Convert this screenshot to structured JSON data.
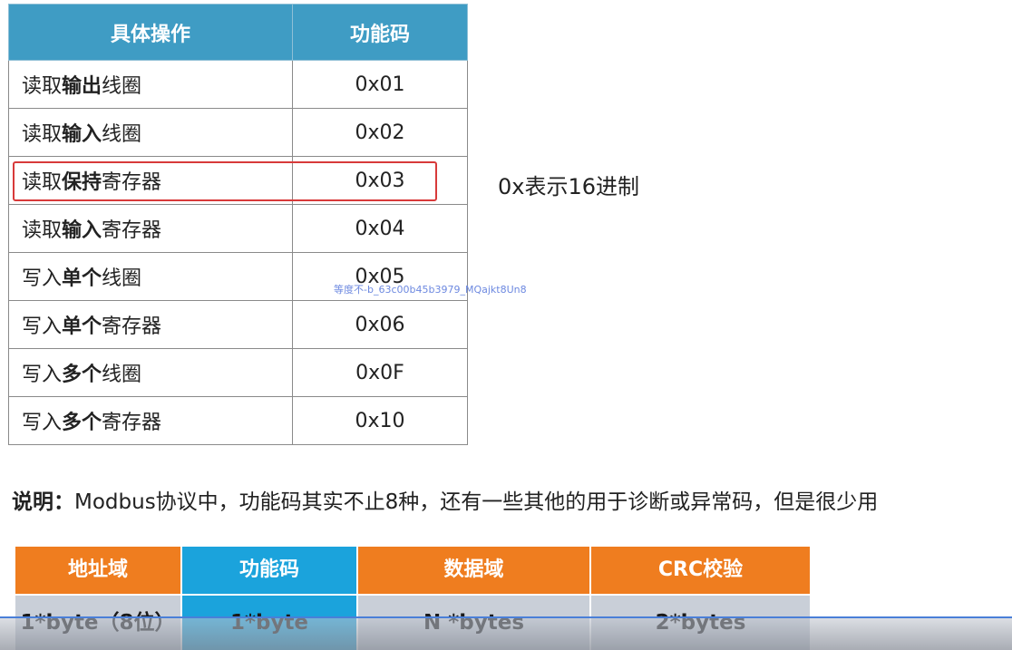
{
  "table": {
    "headers": [
      "具体操作",
      "功能码"
    ],
    "rows": [
      {
        "prefix": "读取",
        "bold": "输出",
        "suffix": "线圈",
        "code": "0x01"
      },
      {
        "prefix": "读取",
        "bold": "输入",
        "suffix": "线圈",
        "code": "0x02"
      },
      {
        "prefix": "读取",
        "bold": "保持",
        "suffix": "寄存器",
        "code": "0x03"
      },
      {
        "prefix": "读取",
        "bold": "输入",
        "suffix": "寄存器",
        "code": "0x04"
      },
      {
        "prefix": "写入",
        "bold": "单个",
        "suffix": "线圈",
        "code": "0x05"
      },
      {
        "prefix": "写入",
        "bold": "单个",
        "suffix": "寄存器",
        "code": "0x06"
      },
      {
        "prefix": "写入",
        "bold": "多个",
        "suffix": "线圈",
        "code": "0x0F"
      },
      {
        "prefix": "写入",
        "bold": "多个",
        "suffix": "寄存器",
        "code": "0x10"
      }
    ]
  },
  "hex_note": "0x表示16进制",
  "watermark": "等度不-b_63c00b45b3979_MQajkt8Un8",
  "explanation": {
    "label": "说明：",
    "text": "Modbus协议中，功能码其实不止8种，还有一些其他的用于诊断或异常码，但是很少用"
  },
  "frame": {
    "headers": [
      "地址域",
      "功能码",
      "数据域",
      "CRC校验"
    ],
    "values": [
      "1*byte（8位）",
      "1*byte",
      "N *bytes",
      "2*bytes"
    ]
  },
  "colors": {
    "table_header": "#3f9cc4",
    "highlight": "#d83a3a",
    "frame_orange": "#ef7d1f",
    "frame_blue": "#1ba3dc",
    "frame_grey": "#c9cfd8"
  }
}
